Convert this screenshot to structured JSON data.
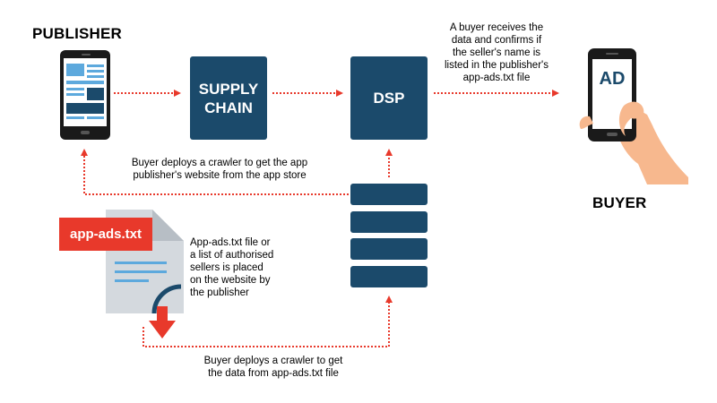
{
  "labels": {
    "publisher": "PUBLISHER",
    "buyer": "BUYER",
    "supply_chain_line1": "SUPPLY",
    "supply_chain_line2": "CHAIN",
    "dsp": "DSP",
    "ad": "AD",
    "file_tag": "app-ads.txt"
  },
  "captions": {
    "buyer_receives": [
      "A buyer receives the",
      "data and confirms if",
      "the seller's name is",
      "listed in the publisher's",
      "app-ads.txt file"
    ],
    "crawler_app_store": [
      "Buyer deploys a crawler to get the app",
      "publisher's website from the app store"
    ],
    "file_placed": [
      "App-ads.txt file or",
      "a list of authorised",
      "sellers is placed",
      "on the website by",
      "the publisher"
    ],
    "crawler_file": [
      "Buyer deploys a crawler to get",
      "the data from app-ads.txt file"
    ]
  },
  "colors": {
    "box": "#1b4a6b",
    "arrow": "#e8392b",
    "file_tag": "#e8392b",
    "paper": "#d4d9de",
    "skin": "#f7b88e"
  },
  "icons": [
    "publisher-phone-icon",
    "buyer-hand-phone-icon",
    "document-icon",
    "server-stack-icon",
    "down-arrow-icon"
  ]
}
